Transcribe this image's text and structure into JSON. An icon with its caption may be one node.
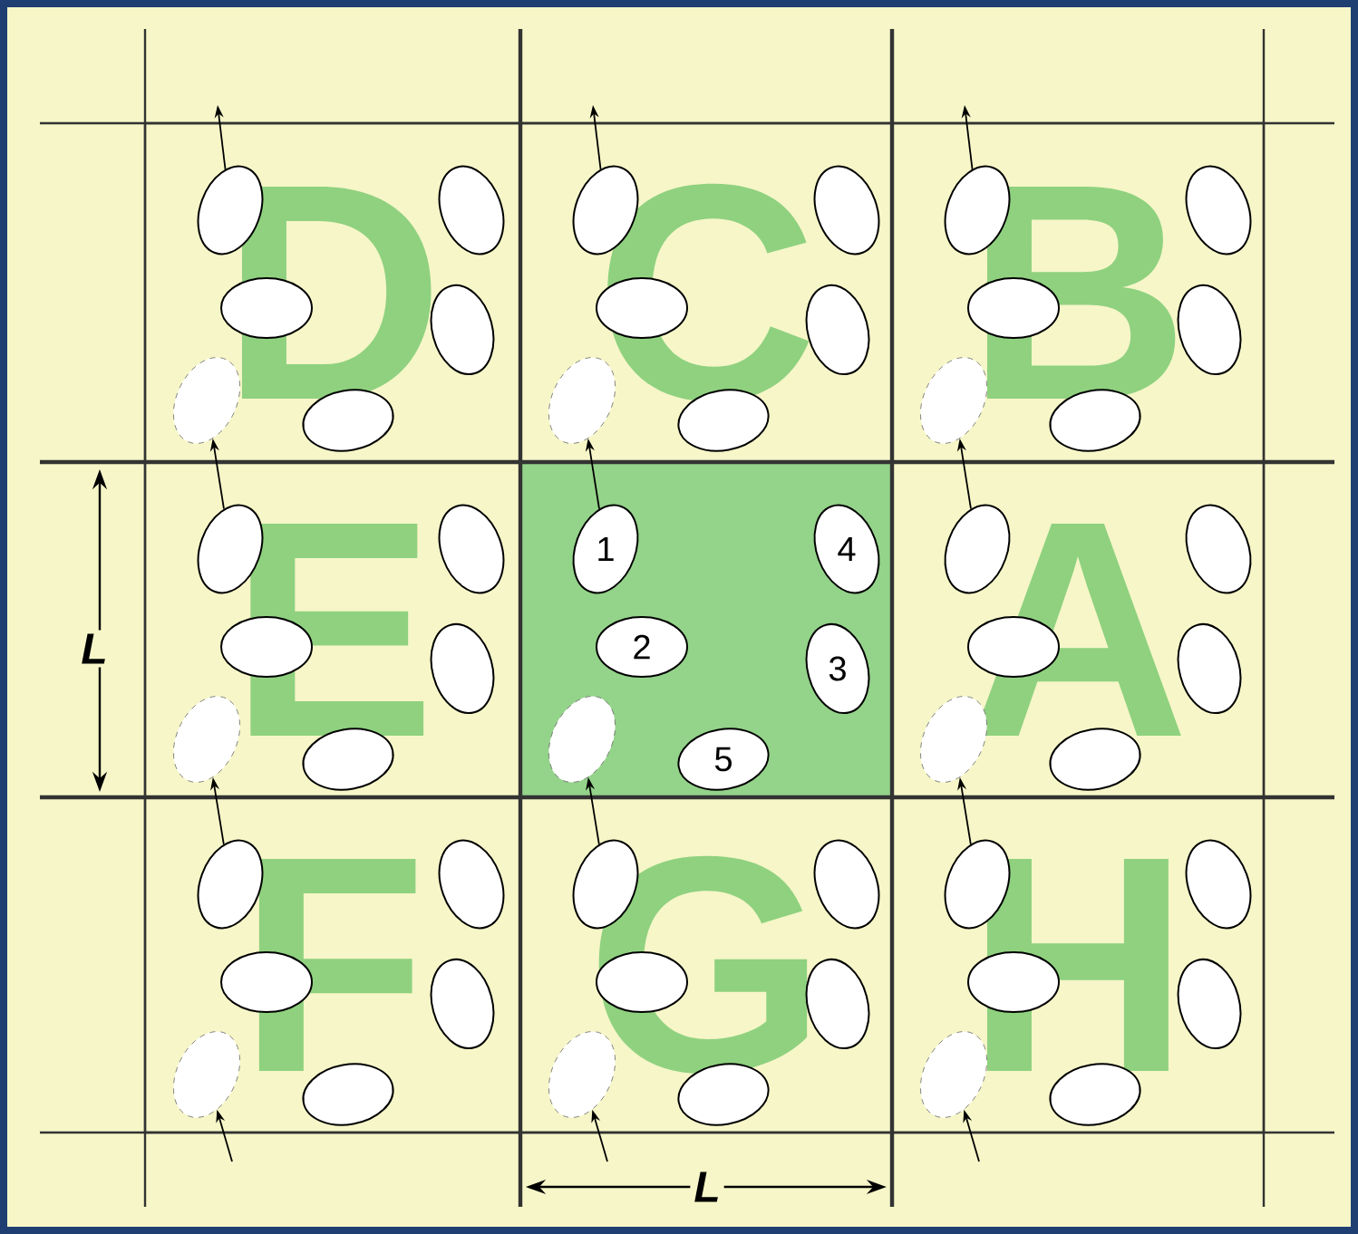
{
  "diagram": {
    "nodes": [
      {
        "text": [
          "D"
        ]
      },
      {
        "text": [],
        "shape": "ellipse",
        "in": 0
      },
      {
        "text": [],
        "shape": "ellipse",
        "in": 0
      },
      {
        "text": [],
        "shape": "ellipse",
        "in": 0
      },
      {
        "text": [],
        "shape": "ellipse",
        "in": 0
      },
      {
        "text": [],
        "shape": "ellipse",
        "in": 0
      },
      {
        "text": [],
        "shape": "ellipse",
        "in": 0
      },
      {
        "text": [
          "C"
        ]
      },
      {
        "text": [],
        "shape": "ellipse",
        "in": 7
      },
      {
        "text": [],
        "shape": "ellipse",
        "in": 7
      },
      {
        "text": [],
        "shape": "ellipse",
        "in": 7
      },
      {
        "text": [],
        "shape": "ellipse",
        "in": 7
      },
      {
        "text": [],
        "shape": "ellipse",
        "in": 7
      },
      {
        "text": [],
        "shape": "ellipse",
        "in": 7
      },
      {
        "text": [
          "B"
        ]
      },
      {
        "text": [],
        "shape": "ellipse",
        "in": 14
      },
      {
        "text": [],
        "shape": "ellipse",
        "in": 14
      },
      {
        "text": [],
        "shape": "ellipse",
        "in": 14
      },
      {
        "text": [],
        "shape": "ellipse",
        "in": 14
      },
      {
        "text": [],
        "shape": "ellipse",
        "in": 14
      },
      {
        "text": [],
        "shape": "ellipse",
        "in": 14
      },
      {
        "text": [
          "E"
        ]
      },
      {
        "text": [],
        "shape": "ellipse",
        "in": 21
      },
      {
        "text": [],
        "shape": "ellipse",
        "in": 21
      },
      {
        "text": [],
        "shape": "ellipse",
        "in": 21
      },
      {
        "text": [],
        "shape": "ellipse",
        "in": 21
      },
      {
        "text": [],
        "shape": "ellipse",
        "in": 21
      },
      {
        "text": [],
        "shape": "ellipse",
        "in": 21
      },
      {
        "text": [],
        "shape": "box"
      },
      {
        "text": [
          "1"
        ],
        "in": 28
      },
      {
        "text": [
          "4"
        ],
        "in": 28
      },
      {
        "text": [
          "2"
        ],
        "in": 28
      },
      {
        "text": [
          "3"
        ],
        "in": 28
      },
      {
        "text": [
          "5"
        ],
        "in": 28
      },
      {
        "text": [],
        "shape": "ellipse",
        "in": 28
      },
      {
        "text": [
          "A"
        ]
      },
      {
        "text": [],
        "shape": "ellipse",
        "in": 35
      },
      {
        "text": [],
        "shape": "ellipse",
        "in": 35
      },
      {
        "text": [],
        "shape": "ellipse",
        "in": 35
      },
      {
        "text": [],
        "shape": "ellipse",
        "in": 35
      },
      {
        "text": [],
        "shape": "ellipse",
        "in": 35
      },
      {
        "text": [],
        "shape": "ellipse",
        "in": 35
      },
      {
        "text": [
          "F"
        ]
      },
      {
        "text": [],
        "shape": "ellipse",
        "in": 42
      },
      {
        "text": [],
        "shape": "ellipse",
        "in": 42
      },
      {
        "text": [],
        "shape": "ellipse",
        "in": 42
      },
      {
        "text": [],
        "shape": "ellipse",
        "in": 42
      },
      {
        "text": [],
        "shape": "ellipse",
        "in": 42
      },
      {
        "text": [],
        "shape": "ellipse",
        "in": 42
      },
      {
        "text": [
          "G"
        ]
      },
      {
        "text": [],
        "shape": "ellipse",
        "in": 49
      },
      {
        "text": [],
        "shape": "ellipse",
        "in": 49
      },
      {
        "text": [],
        "shape": "ellipse",
        "in": 49
      },
      {
        "text": [],
        "shape": "ellipse",
        "in": 49
      },
      {
        "text": [],
        "shape": "ellipse",
        "in": 49
      },
      {
        "text": [],
        "shape": "ellipse",
        "in": 49
      },
      {
        "text": [
          "H"
        ]
      },
      {
        "text": [],
        "shape": "ellipse",
        "in": 56
      },
      {
        "text": [],
        "shape": "ellipse",
        "in": 56
      },
      {
        "text": [],
        "shape": "ellipse",
        "in": 56
      },
      {
        "text": [],
        "shape": "ellipse",
        "in": 56
      },
      {
        "text": [],
        "shape": "ellipse",
        "in": 56
      },
      {
        "text": [],
        "shape": "ellipse",
        "in": 56
      }
    ],
    "edges": [
      {
        "from": null,
        "to": 48,
        "arrow": "to"
      },
      {
        "from": 43,
        "to": 27,
        "arrow": "to"
      },
      {
        "from": 22,
        "to": 6,
        "arrow": "to"
      },
      {
        "from": 1,
        "to": null,
        "arrow": "to"
      },
      {
        "from": null,
        "to": 55,
        "arrow": "to"
      },
      {
        "from": 50,
        "to": 34,
        "arrow": "to"
      },
      {
        "from": 29,
        "to": 13,
        "arrow": "to"
      },
      {
        "from": 8,
        "to": null,
        "arrow": "to"
      },
      {
        "from": null,
        "to": 62,
        "arrow": "to"
      },
      {
        "from": 57,
        "to": 41,
        "arrow": "to"
      },
      {
        "from": 36,
        "to": 20,
        "arrow": "to"
      },
      {
        "from": 15,
        "to": null,
        "arrow": "to"
      }
    ],
    "labels": [
      "L",
      "L"
    ]
  }
}
